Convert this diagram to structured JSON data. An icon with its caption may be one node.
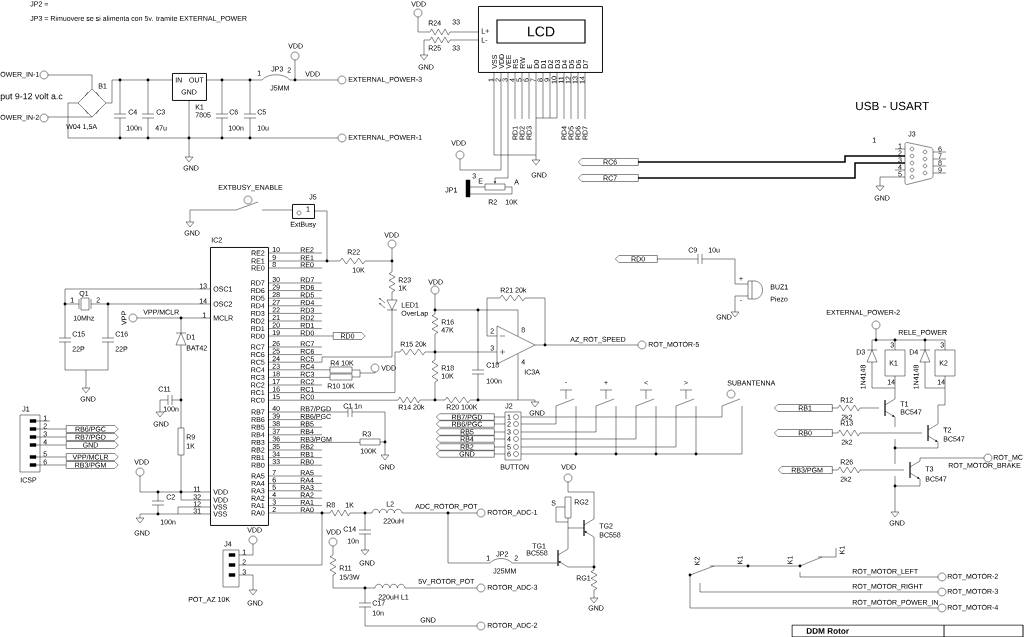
{
  "diagram": {
    "nodes": [
      {
        "text": [
          "IN",
          "OUT",
          "GND"
        ],
        "beside": [
          "K1",
          "7805"
        ]
      },
      {
        "text": [
          "L+",
          "LCD",
          "L-",
          "VSS",
          "VDD",
          "VEE",
          "RS",
          "RW",
          "E",
          "D0",
          "D1",
          "D2",
          "D3",
          "D4",
          "D5",
          "D6",
          "D7"
        ]
      },
      {
        "text": [
          "RE2",
          "RE1",
          "RE0",
          "RD7",
          "RD6",
          "RD5",
          "RD4",
          "RD3",
          "RD2",
          "RD1",
          "RD0",
          "RC7",
          "RC6",
          "RC5",
          "RC4",
          "RC3",
          "RC2",
          "RC1",
          "RC0",
          "RB7",
          "RB6",
          "RB5",
          "RB4",
          "RB3",
          "RB2",
          "RB1",
          "RB0",
          "RA5",
          "RA4",
          "RA3",
          "RA2",
          "RA1",
          "RA0",
          "OSC1",
          "OSC2",
          "MCLR",
          "VDD",
          "VDD",
          "VSS",
          "VSS"
        ],
        "beside": [
          "IC2"
        ]
      },
      {
        "text": [
          "1"
        ],
        "beside": [
          "J5",
          "ExtBusy"
        ]
      },
      {
        "text": [
          "RC6"
        ]
      },
      {
        "text": [
          "RC7"
        ]
      },
      {
        "text": [
          "RD0"
        ]
      },
      {
        "text": [
          "RD0"
        ]
      },
      {
        "text": [
          "RB6/PGC"
        ]
      },
      {
        "text": [
          "RB7/PGD"
        ]
      },
      {
        "text": [
          "GND"
        ]
      },
      {
        "text": [
          "VPP/MCLR"
        ]
      },
      {
        "text": [
          "RB3/PGM"
        ]
      },
      {
        "text": [
          "RB7/PGD"
        ]
      },
      {
        "text": [
          "RB6/PGC"
        ]
      },
      {
        "text": [
          "RB5"
        ]
      },
      {
        "text": [
          "RB4"
        ]
      },
      {
        "text": [
          "RB2"
        ]
      },
      {
        "text": [
          "GND"
        ]
      },
      {
        "text": [
          "RB1"
        ]
      },
      {
        "text": [
          "RB0"
        ]
      },
      {
        "text": [
          "RB3/PGM"
        ]
      }
    ],
    "edges": [
      {
        "from": 2,
        "to": 3,
        "arrow": "none"
      },
      {
        "from": 2,
        "to": 6,
        "arrow": "none"
      }
    ],
    "labels": [
      "JP2 =",
      "JP3 = Rimuovere se si alimenta con 5v. tramite EXTERNAL_POWER",
      "OWER_IN-1",
      "put 9-12 volt a.c",
      "OWER_IN-2",
      "B1",
      "W04 1,5A",
      "C4",
      "100n",
      "C3",
      "47u",
      "GND",
      "C6",
      "100n",
      "C5",
      "10u",
      "JP3",
      "1",
      "2",
      "J5MM",
      "VDD",
      "VDD",
      "EXTERNAL_POWER-3",
      "EXTERNAL_POWER-1",
      "VDD",
      "R24",
      "33",
      "R25",
      "33",
      "GND",
      "1",
      "2",
      "3",
      "4",
      "5",
      "6",
      "7",
      "8",
      "9",
      "10",
      "11",
      "12",
      "13",
      "14",
      "RD1",
      "RD2",
      "RD3",
      "RD4",
      "RD5",
      "RD6",
      "RD7",
      "VDD",
      "JP1",
      "3",
      "E",
      "A",
      "R2",
      "10K",
      "GND",
      "USB - USART",
      "J3",
      "1",
      "1",
      "2",
      "3",
      "4",
      "5",
      "6",
      "7",
      "8",
      "9",
      "GND",
      "EXTBUSY_ENABLE",
      "GND",
      "10",
      "9",
      "8",
      "30",
      "29",
      "28",
      "27",
      "22",
      "21",
      "20",
      "19",
      "26",
      "25",
      "24",
      "23",
      "18",
      "17",
      "16",
      "15",
      "40",
      "39",
      "38",
      "37",
      "36",
      "35",
      "34",
      "33",
      "7",
      "6",
      "5",
      "4",
      "3",
      "2",
      "RE2",
      "RE1",
      "RE0",
      "RD7",
      "RD6",
      "RD5",
      "RD4",
      "RD3",
      "RD2",
      "RD1",
      "RD0",
      "RC7",
      "RC6",
      "RC5",
      "RC4",
      "RC3",
      "RC2",
      "RC1",
      "RC0",
      "RB7/PGD",
      "RB6/PGC",
      "RB5",
      "RB4",
      "RB3/PGM",
      "RB2",
      "RB1",
      "RB0",
      "RA5",
      "RA4",
      "RA3",
      "RA2",
      "RA1",
      "RA0",
      "13",
      "14",
      "1",
      "11",
      "32",
      "12",
      "31",
      "Q1",
      "1",
      "2",
      "10Mhz",
      "C15",
      "22P",
      "C16",
      "22P",
      "GND",
      "VPP",
      "VPP/MCLR",
      "D1",
      "BAT42",
      "C11",
      "100n",
      "GND",
      "R9",
      "1K",
      "R22",
      "10K",
      "VDD",
      "R23",
      "1K",
      "LED1",
      "OverLap",
      "R4 10K",
      "R10 10K",
      "VDD",
      "R15 20k",
      "C1 1n",
      "R14 20k",
      "R20 100K",
      "R3",
      "100K",
      "GND",
      "J1",
      "1",
      "2",
      "3",
      "4",
      "5",
      "6",
      "ICSP",
      "VDD",
      "C2",
      "100n",
      "GND",
      "J4",
      "1",
      "2",
      "3",
      "VDD",
      "POT_AZ 10K",
      "GND",
      "R8",
      "1K",
      "C14",
      "10n",
      "GND",
      "L2",
      "220uH",
      "ADC_ROTOR_POT",
      "ROTOR_ADC-1",
      "VDD",
      "R11",
      "15/3W",
      "220uH L1",
      "5V_ROTOR_POT",
      "ROTOR_ADC-3",
      "C17",
      "10n",
      "GND",
      "ROTOR_ADC-2",
      "JP2",
      "1",
      "2",
      "J25MM",
      "VDD",
      "R16",
      "47K",
      "R18",
      "10K",
      "C18",
      "100n",
      "R21 20k",
      "2",
      "8",
      "3",
      "4",
      "IC3A",
      "AZ_ROT_SPEED",
      "ROT_MOTOR-5",
      "GND",
      "-",
      "+",
      "<",
      ">",
      "SUBANTENNA",
      "J2",
      "1",
      "2",
      "3",
      "4",
      "5",
      "6",
      "BUTTON",
      "C9",
      "10u",
      "BUZ1",
      "Piezo",
      "GND",
      "+",
      "-",
      "EXTERNAL_POWER-2",
      "RELE_POWER",
      "D3",
      "D4",
      "1N4148",
      "1N4148",
      "K1",
      "K2",
      "3",
      "14",
      "3",
      "14",
      "R12",
      "2k2",
      "T1",
      "BC547",
      "R13",
      "2k2",
      "T2",
      "BC547",
      "R26",
      "2k2",
      "T3",
      "BC547",
      "ROT_MC",
      "ROT_MOTOR_BRAKE",
      "GND",
      "VDD",
      "S",
      "RG2",
      "TG2",
      "BC558",
      "TG1",
      "BC558",
      "RG1",
      "GND",
      "ROT_MOTOR_LEFT",
      "ROT_MOTOR-2",
      "ROT_MOTOR_RIGHT",
      "ROT_MOTOR-3",
      "ROT_MOTOR_POWER_IN",
      "ROT_MOTOR-4",
      "K2",
      "K1",
      "K1",
      "K1",
      "DDM Rotor"
    ]
  }
}
